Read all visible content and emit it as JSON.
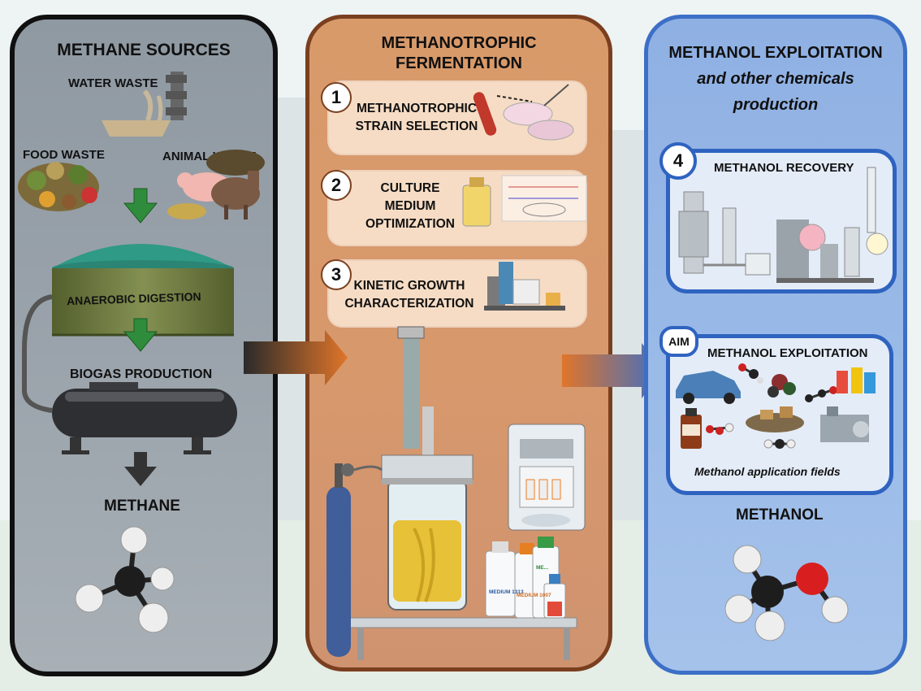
{
  "sources": {
    "title": "METHANE SOURCES",
    "water_waste": "WATER WASTE",
    "food_waste": "FOOD WASTE",
    "animal_waste": "ANIMAL WASTE",
    "digestion": "ANAEROBIC DIGESTION",
    "biogas": "BIOGAS PRODUCTION",
    "product": "METHANE"
  },
  "fermentation": {
    "title_line1": "METHANOTROPHIC",
    "title_line2": "FERMENTATION",
    "steps": [
      {
        "num": "1",
        "line1": "METHANOTROPHIC",
        "line2": "STRAIN SELECTION",
        "line3": ""
      },
      {
        "num": "2",
        "line1": "CULTURE",
        "line2": "MEDIUM",
        "line3": "OPTIMIZATION"
      },
      {
        "num": "3",
        "line1": "KINETIC GROWTH",
        "line2": "CHARACTERIZATION",
        "line3": ""
      }
    ],
    "bottles": [
      "MEDIUM 1313",
      "MEDIUM 1007",
      "ME..."
    ]
  },
  "exploitation": {
    "title_line1": "METHANOL EXPLOITATION",
    "title_line2": "and other chemicals",
    "title_line3": "production",
    "recovery_num": "4",
    "recovery_title": "METHANOL RECOVERY",
    "aim_badge": "AIM",
    "exploit_title": "METHANOL EXPLOITATION",
    "fields_caption": "Methanol application fields",
    "product": "METHANOL"
  },
  "colors": {
    "sources_border": "#101010",
    "fermentation_border": "#7a3f1f",
    "exploitation_border": "#3c6fc6"
  }
}
